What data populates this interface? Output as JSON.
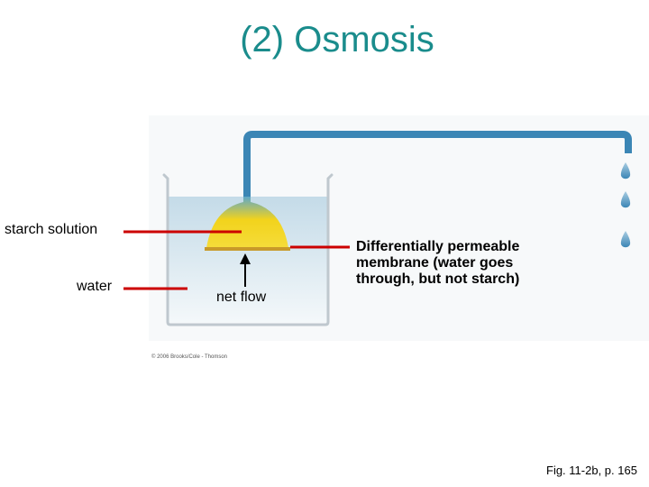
{
  "title": "(2) Osmosis",
  "labels": {
    "starch": "starch solution",
    "water": "water",
    "net_flow": "net flow",
    "membrane_line1": "Differentially permeable",
    "membrane_line2": "membrane (water goes",
    "membrane_line3": "through, but not starch)"
  },
  "credit": "© 2006 Brooks/Cole - Thomson",
  "figure_ref": "Fig. 11-2b, p. 165",
  "colors": {
    "title": "#1a8c8c",
    "pointer_lines": "#cc0000",
    "tube": "#3b86b5",
    "starch_fill": "#f2d31c",
    "water_fill": "#dbe9f1"
  }
}
